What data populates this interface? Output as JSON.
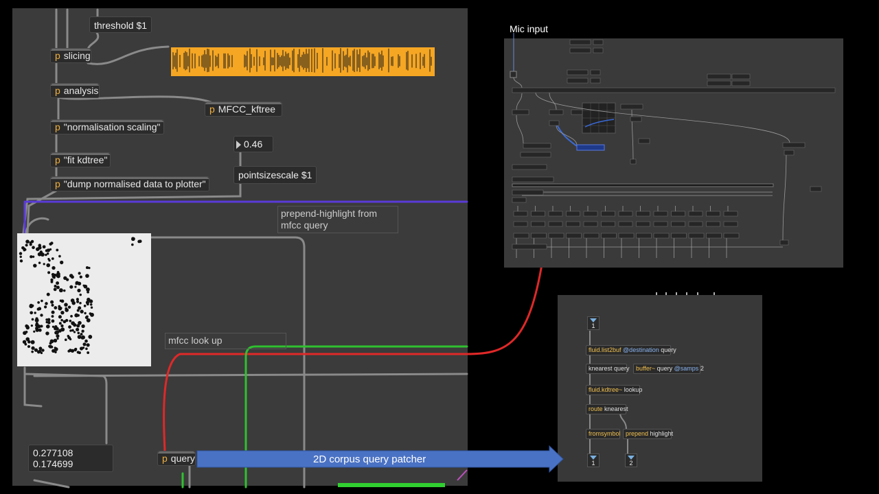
{
  "main": {
    "threshold": "threshold $1",
    "objects": {
      "slicing": "slicing",
      "analysis": "analysis",
      "mfcc_kftree": "MFCC_kftree",
      "normalisation": "\"normalisation scaling\"",
      "fit_kdtree": "\"fit kdtree\"",
      "dump": "\"dump normalised data to plotter\"",
      "query": "query"
    },
    "p_prefix": "p",
    "number_box": "0.46",
    "pointsize_msg": "pointsizescale $1",
    "comment_prepend": "prepend-highlight from mfcc query",
    "comment_mfcc": "mfcc look up",
    "coords": [
      "0.277108",
      "0.174699"
    ]
  },
  "annotations": {
    "mic_input": "Mic input",
    "arrow_label": "2D corpus query patcher"
  },
  "query_patcher": {
    "inlet_1": "1",
    "list2buf_name": "fluid.list2buf",
    "list2buf_attr": "@destination",
    "list2buf_val": "query",
    "knearest_query": "knearest query",
    "buffer_name": "buffer~",
    "buffer_val": "query",
    "buffer_attr": "@samps",
    "buffer_num": "2",
    "kdtree_name": "fluid.kdtree~",
    "kdtree_val": "lookup",
    "route_name": "route",
    "route_val": "knearest",
    "fromsymbol": "fromsymbol",
    "prepend_name": "prepend",
    "prepend_val": "highlight",
    "outlet_1": "1",
    "outlet_2": "2"
  },
  "colors": {
    "accent_orange": "#f5a623",
    "cord_red": "#e02020",
    "cord_blue": "#4040e0",
    "cord_green": "#30c030",
    "arrow_blue": "#4a72c4"
  }
}
